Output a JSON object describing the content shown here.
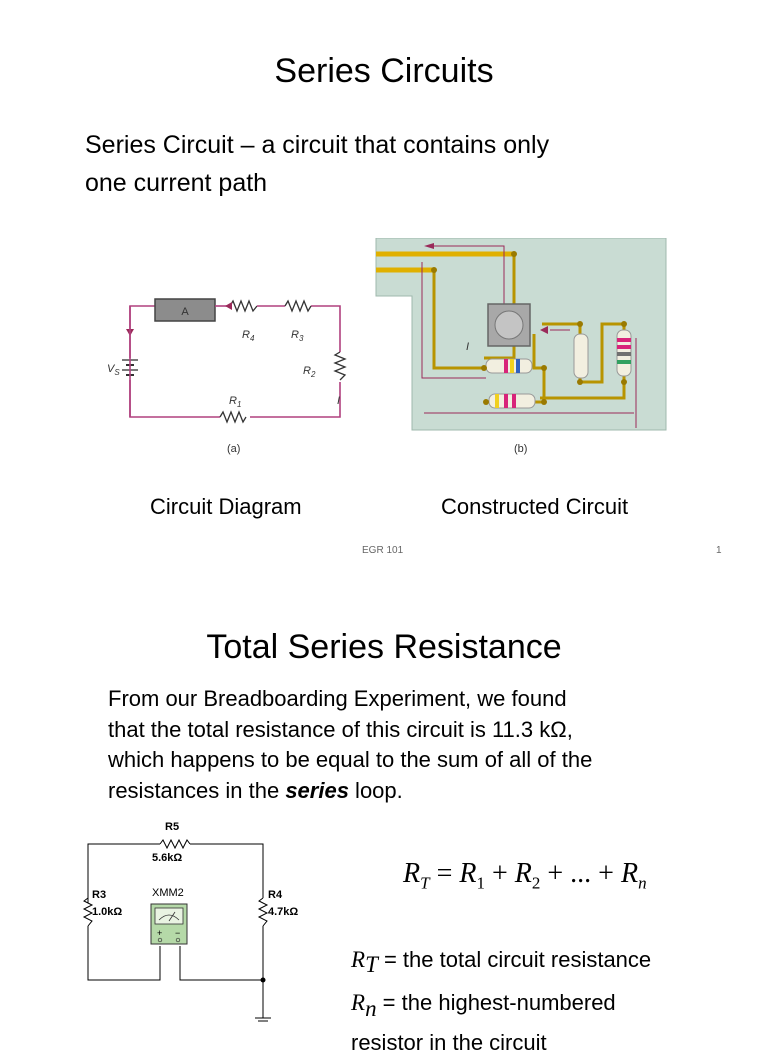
{
  "slide1": {
    "title": "Series Circuits",
    "definition_line1": "Series Circuit – a circuit that contains only",
    "definition_line2": "one current path",
    "figure_a": {
      "ammeter_label": "A",
      "vs_label": "V",
      "vs_sub": "S",
      "r1_label": "R",
      "r1_sub": "1",
      "r2_label": "R",
      "r2_sub": "2",
      "r3_label": "R",
      "r3_sub": "3",
      "r4_label": "R",
      "r4_sub": "4",
      "current_label": "I",
      "panel_label": "(a)"
    },
    "figure_b": {
      "current_label": "I",
      "panel_label": "(b)"
    },
    "caption_left": "Circuit Diagram",
    "caption_right": "Constructed Circuit",
    "footer_center": "EGR 101",
    "footer_page": "1"
  },
  "slide2": {
    "title": "Total Series Resistance",
    "para_line1": "From our Breadboarding Experiment, we found",
    "para_line2": "that the total resistance of this circuit is 11.3 kΩ,",
    "para_line3": "which happens to be equal to the sum of all of the",
    "para_line4_pre": "resistances in the ",
    "para_line4_bold": "series",
    "para_line4_post": " loop.",
    "schematic": {
      "r5_name": "R5",
      "r5_value": "5.6kΩ",
      "r3_name": "R3",
      "r3_value": "1.0kΩ",
      "r4_name": "R4",
      "r4_value": "4.7kΩ",
      "meter_name": "XMM2"
    },
    "equation": {
      "rt": "R",
      "rt_sub": "T",
      "eq": " = ",
      "r1": "R",
      "r1_sub": "1",
      "plus1": " + ",
      "r2": "R",
      "r2_sub": "2",
      "plus2": " + ... + ",
      "rn": "R",
      "rn_sub": "n"
    },
    "def1_sym": "R",
    "def1_sub": "T",
    "def1_text": " = the total circuit resistance",
    "def2_sym": "R",
    "def2_sub": "n",
    "def2_text": " = the highest-numbered",
    "def3_text": "resistor in the circuit"
  },
  "colors": {
    "wire_loop": "#b0407e",
    "board_bg": "#c9dcd3",
    "trace_yellow": "#e0b000",
    "arrow_red": "#9a2a5a"
  }
}
